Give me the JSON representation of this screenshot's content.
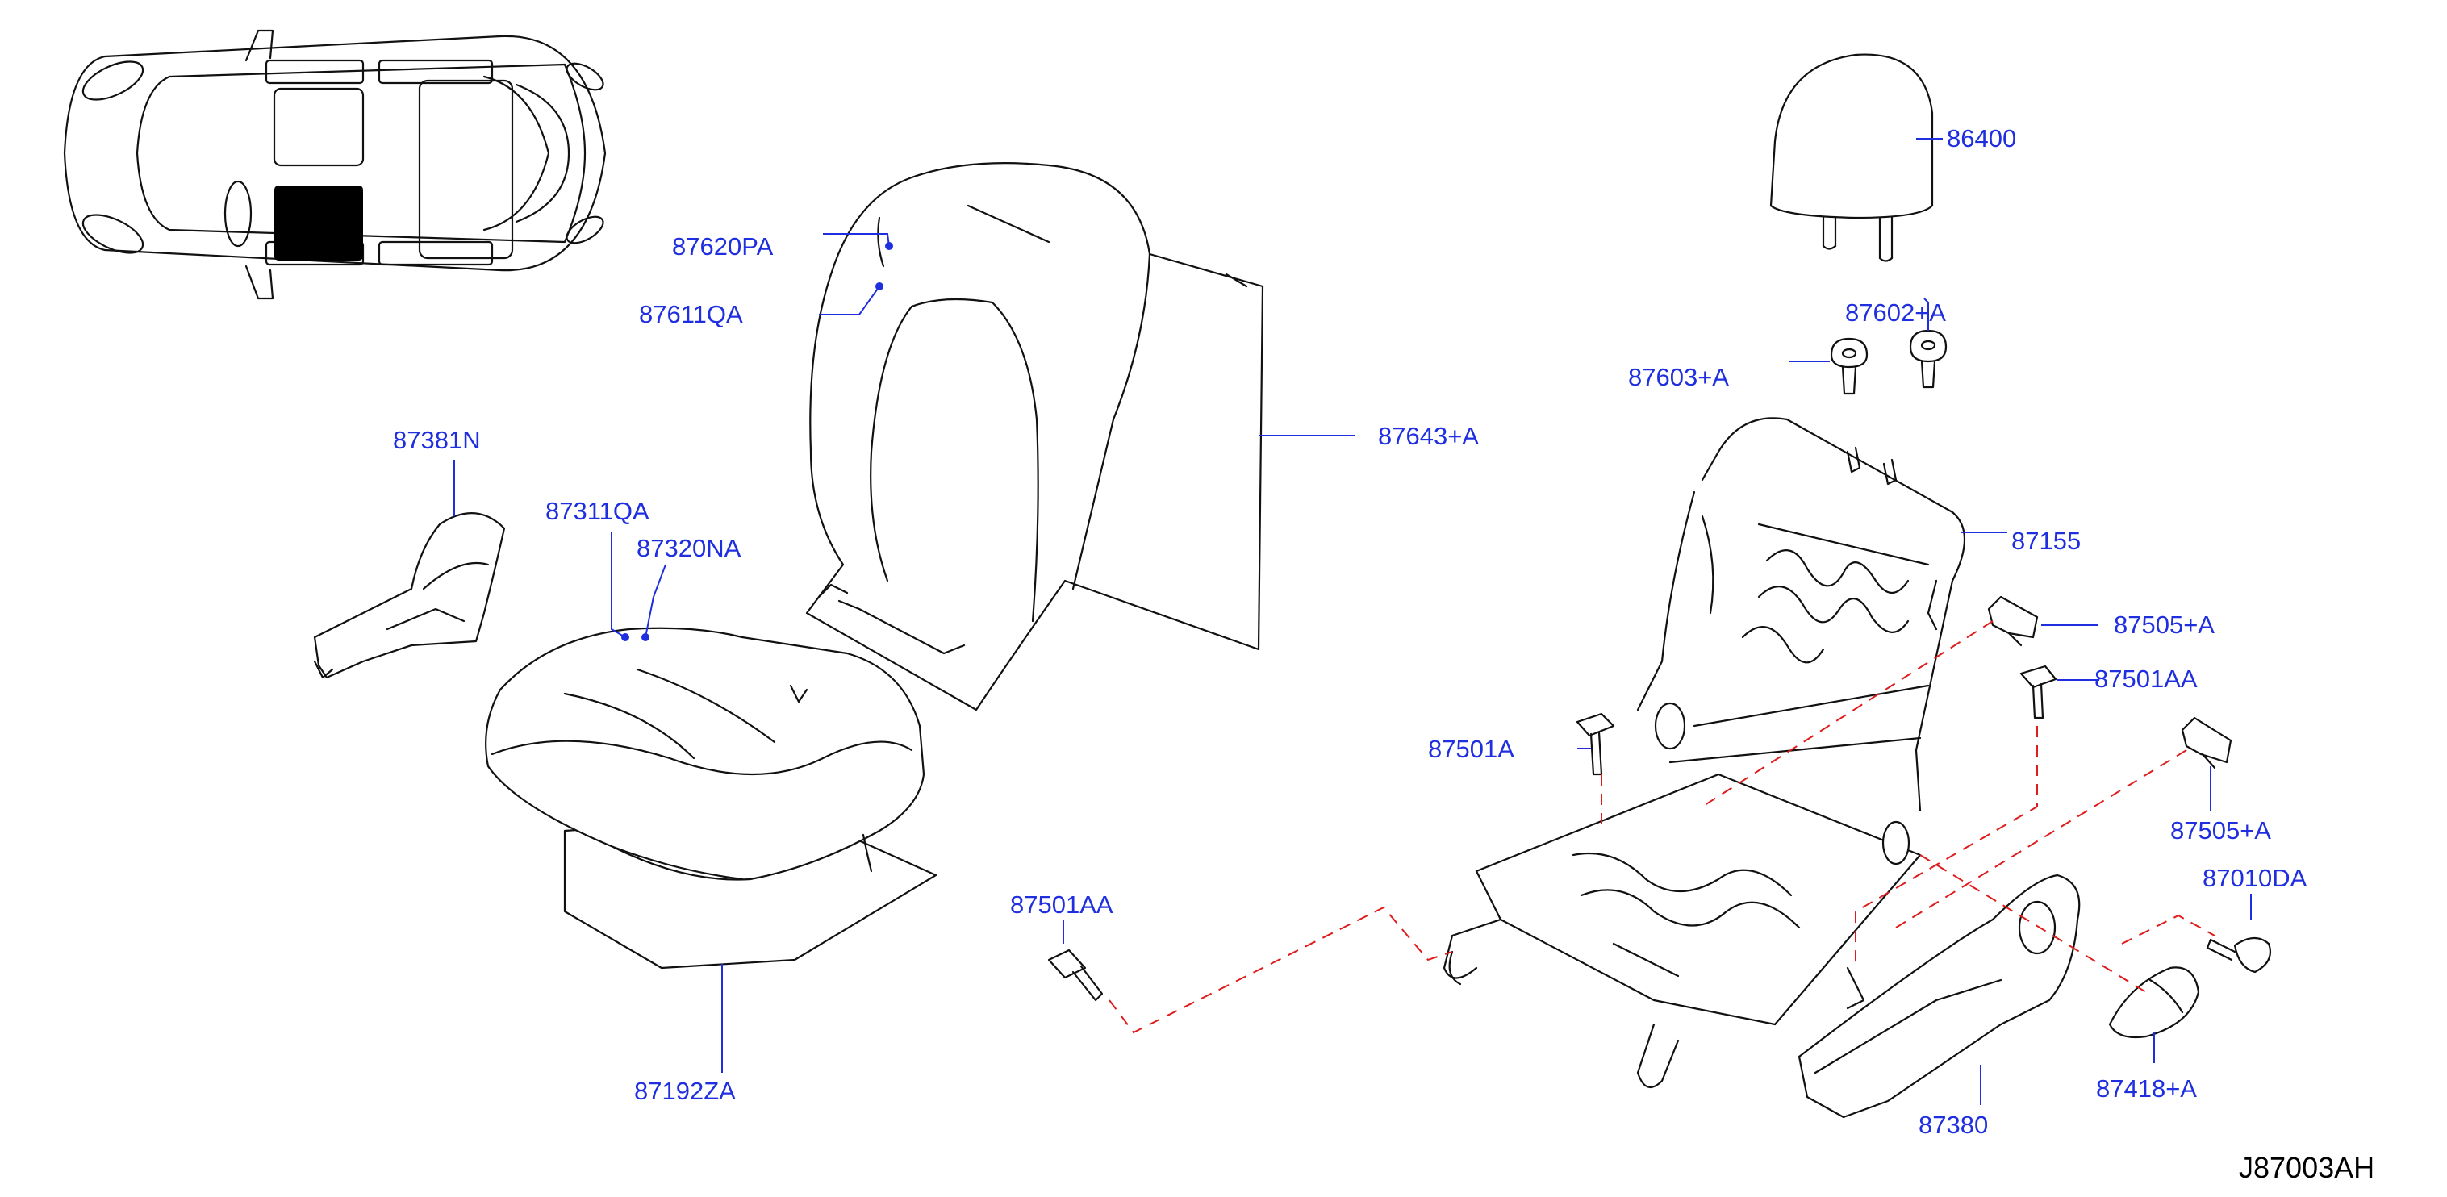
{
  "diagram_code": "J87003AH",
  "colors": {
    "label": "#1f2fe0",
    "leader": "#1f2fe0",
    "dashed_line": "#e01b1b",
    "drawing": "#111111",
    "highlight": "#000000"
  },
  "locator": {
    "icon": "car-top-view-icon",
    "highlighted_area": "front-left-seat"
  },
  "parts": {
    "p86400": "86400",
    "p87602A": "87602+A",
    "p87603A": "87603+A",
    "p87620PA": "87620PA",
    "p87611QA": "87611QA",
    "p87643A": "87643+A",
    "p87381N": "87381N",
    "p87311QA": "87311QA",
    "p87320NA": "87320NA",
    "p87155": "87155",
    "p87505A_top": "87505+A",
    "p87501AA_right": "87501AA",
    "p87501A": "87501A",
    "p87505A_bottom": "87505+A",
    "p87010DA": "87010DA",
    "p87501AA_left": "87501AA",
    "p87192ZA": "87192ZA",
    "p87418A": "87418+A",
    "p87380": "87380"
  }
}
